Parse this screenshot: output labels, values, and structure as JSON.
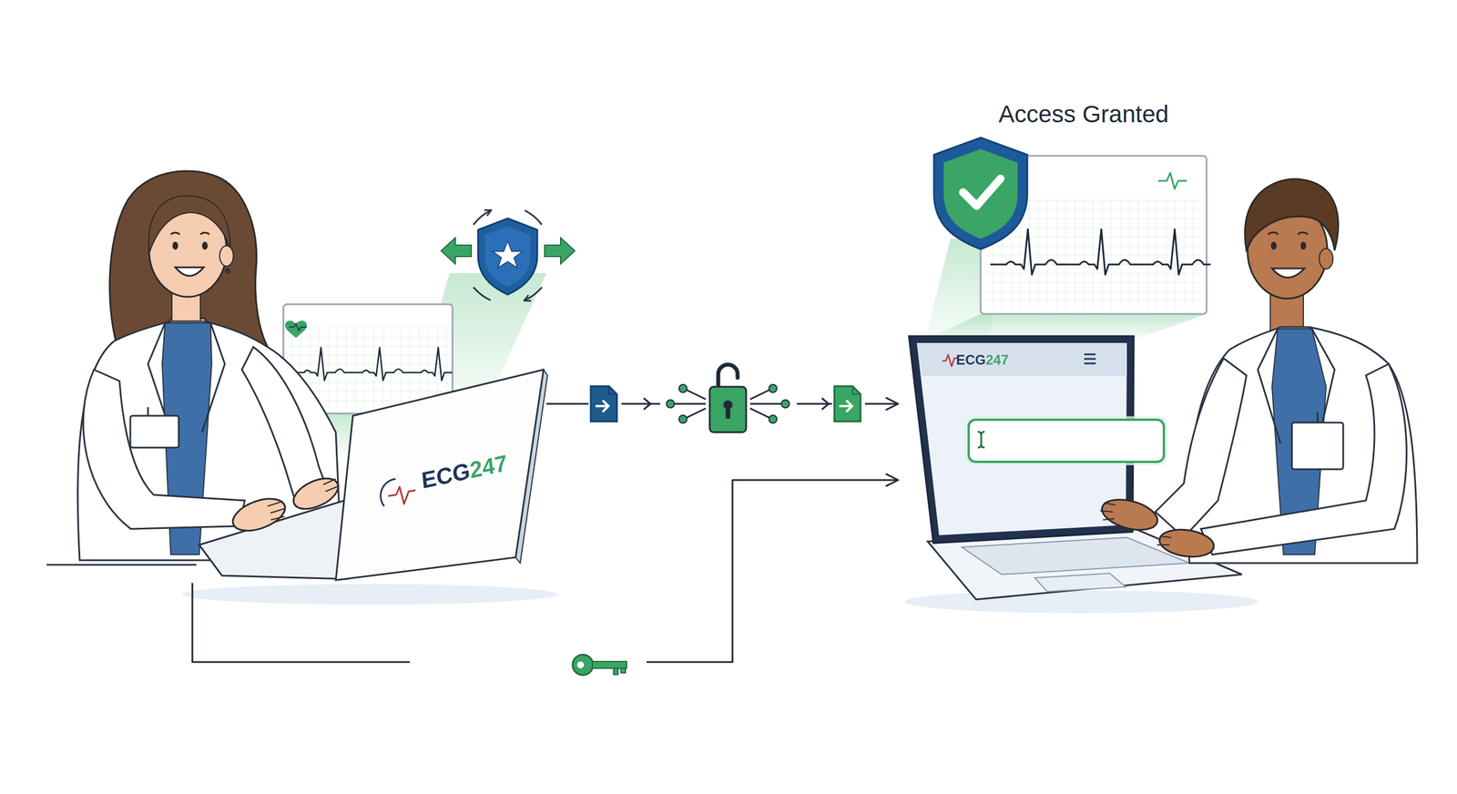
{
  "diagram": {
    "nodes": [
      {
        "text": [
          "ECG247"
        ]
      },
      {
        "text": [
          "ECG247"
        ]
      }
    ],
    "edges": [
      {
        "from": 0,
        "to": 1,
        "arrow": "to"
      },
      {
        "from": 0,
        "to": 1,
        "arrow": "to"
      }
    ],
    "labels": [
      "Access Granted"
    ]
  }
}
